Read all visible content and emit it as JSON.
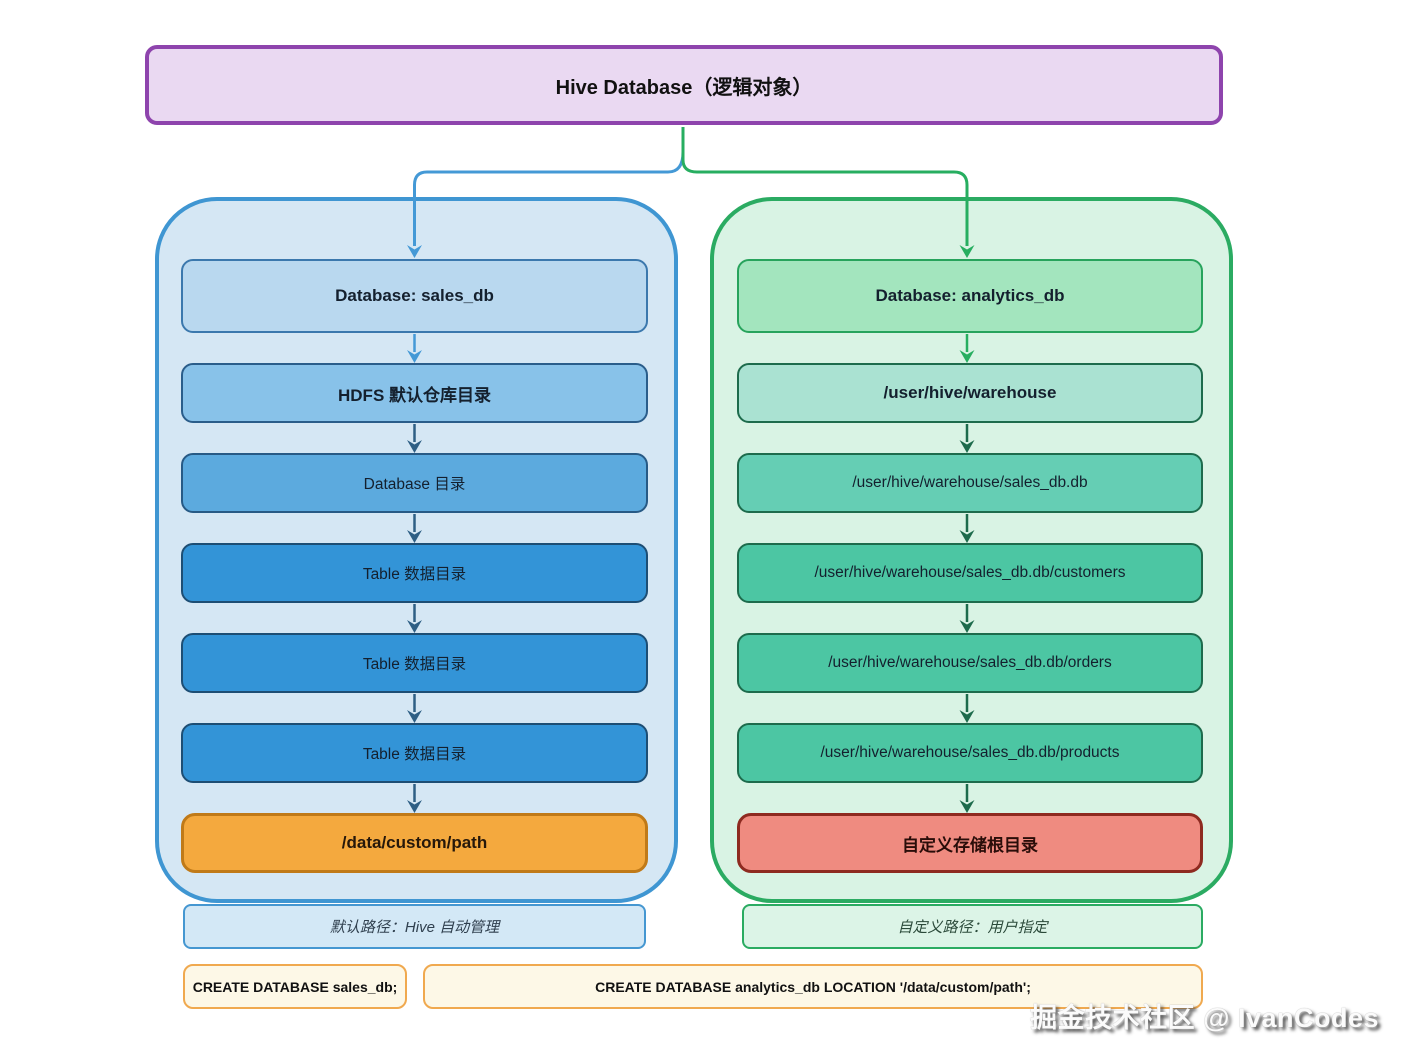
{
  "title": "Hive Database（逻辑对象）",
  "left_column": {
    "nodes": [
      "Database: sales_db",
      "HDFS 默认仓库目录",
      "Database 目录",
      "Table 数据目录",
      "Table 数据目录",
      "Table 数据目录",
      "/data/custom/path"
    ],
    "footnote": "默认路径：Hive 自动管理",
    "code": "CREATE DATABASE sales_db;"
  },
  "right_column": {
    "nodes": [
      "Database: analytics_db",
      "/user/hive/warehouse",
      "/user/hive/warehouse/sales_db.db",
      "/user/hive/warehouse/sales_db.db/customers",
      "/user/hive/warehouse/sales_db.db/orders",
      "/user/hive/warehouse/sales_db.db/products",
      "自定义存储根目录"
    ],
    "footnote": "自定义路径：用户指定",
    "code": "CREATE DATABASE analytics_db LOCATION '/data/custom/path';"
  },
  "watermark": "掘金技术社区 @ IvanCodes",
  "colors": {
    "title_fill": "#ead9f2",
    "title_border": "#8e44ad",
    "left_container_fill": "#d5e7f4",
    "left_container_border": "#3f96d2",
    "left_node_fills": [
      "#b9d8ef",
      "#88c2e9",
      "#5caade",
      "#3394d7",
      "#3394d7",
      "#3394d7",
      "#f4a93e"
    ],
    "right_container_fill": "#d9f3e4",
    "right_container_border": "#2bab62",
    "right_node_fills": [
      "#a3e5be",
      "#aae2d2",
      "#65ceb4",
      "#4cc6a3",
      "#4cc6a3",
      "#4cc6a3",
      "#ef8b80"
    ],
    "highlight_orange": "#f4a93e",
    "highlight_red": "#ef8b80",
    "code_fill": "#fdf8e7",
    "code_border": "#f0a94f",
    "arrow_blue": "#4499d6",
    "arrow_steel_blue": "#2e5f85",
    "arrow_green": "#27ae60",
    "arrow_dark_green": "#1d6b4c"
  }
}
